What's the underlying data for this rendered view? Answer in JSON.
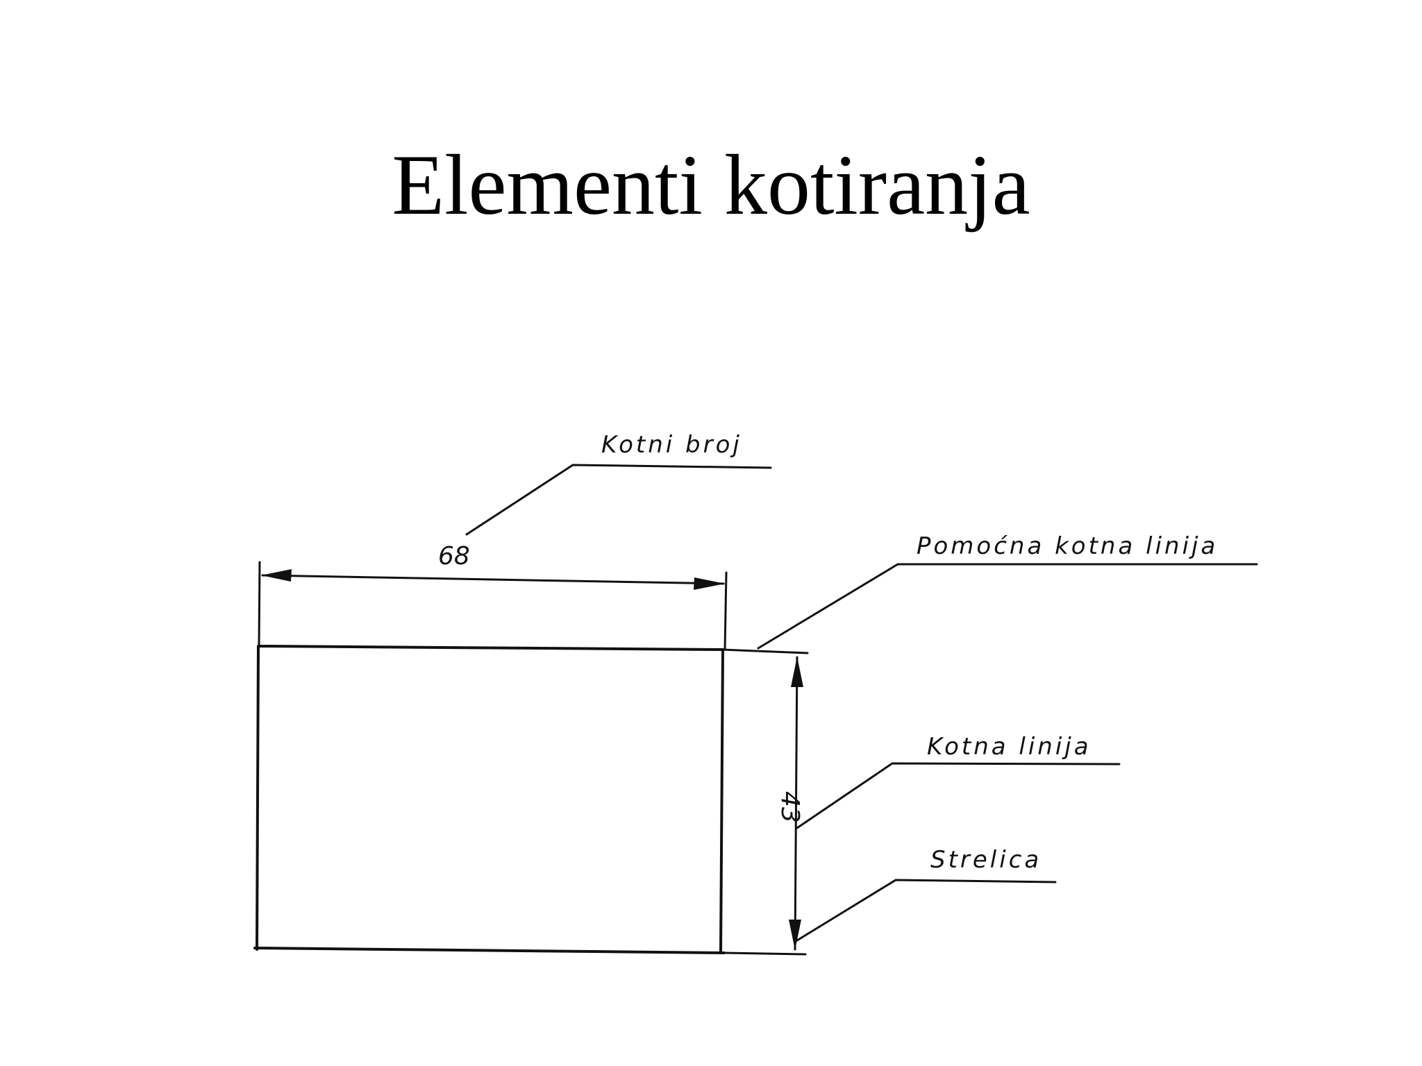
{
  "title": "Elementi kotiranja",
  "diagram": {
    "dimension_horizontal": "68",
    "dimension_vertical": "43",
    "callouts": {
      "kotni_broj": "Kotni broj",
      "pomocna_kotna_linija": "Pomoćna kotna linija",
      "kotna_linija": "Kotna linija",
      "strelica": "Strelica"
    }
  }
}
